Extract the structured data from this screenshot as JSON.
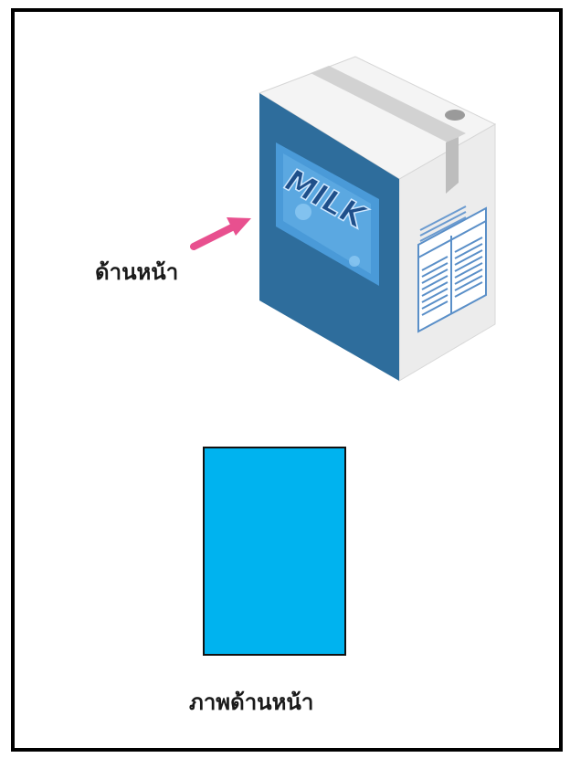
{
  "labels": {
    "front_side": "ด้านหน้า",
    "front_view_caption": "ภาพด้านหน้า",
    "carton_text": "MILK"
  },
  "colors": {
    "front_view_fill": "#00b3ef",
    "carton_front": "#2e6d9c",
    "arrow": "#e8508f",
    "frame": "#000000"
  }
}
